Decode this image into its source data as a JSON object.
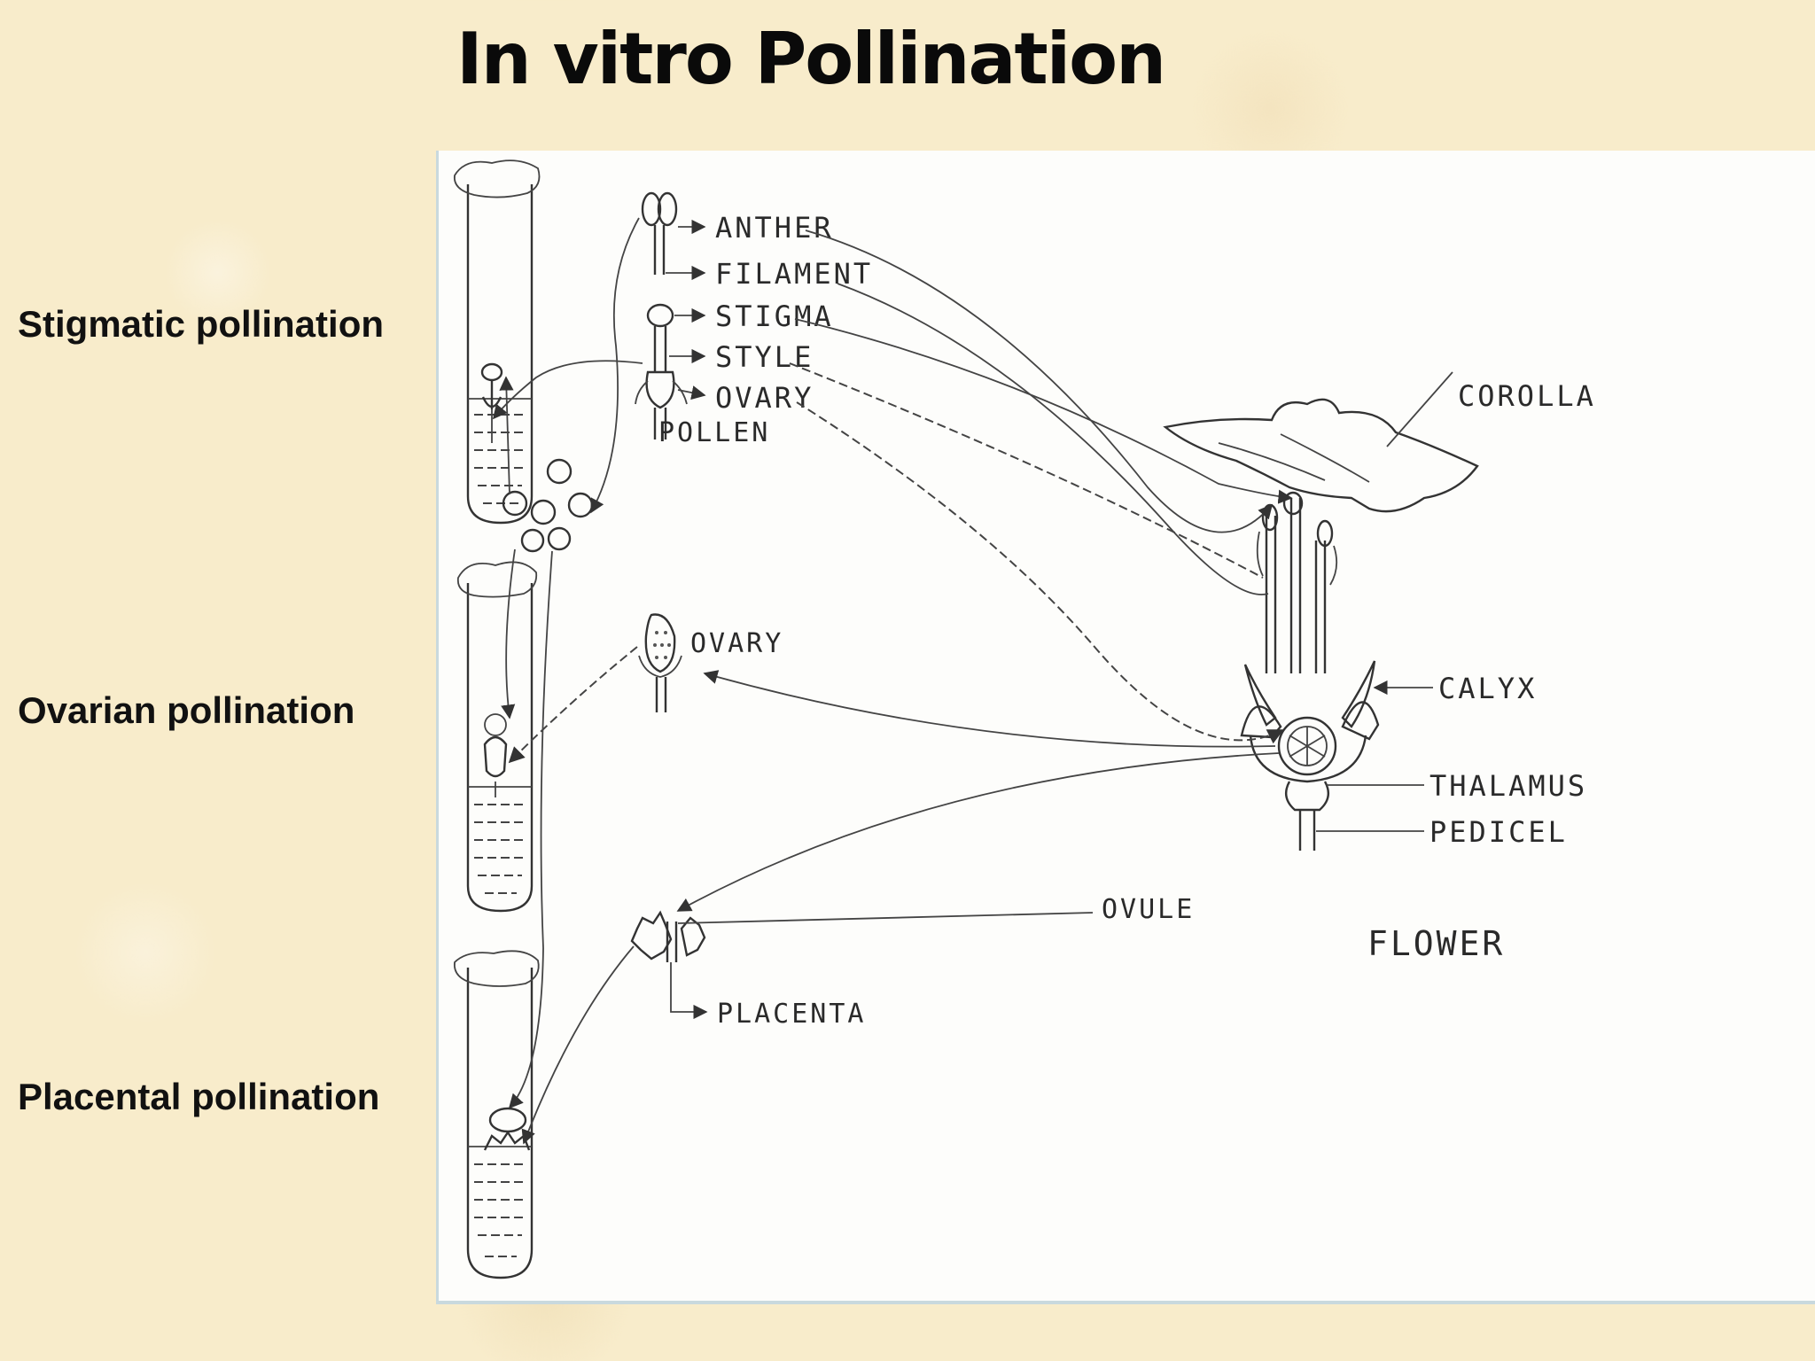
{
  "title": "In vitro Pollination",
  "side_labels": {
    "stigmatic": "Stigmatic pollination",
    "ovarian": "Ovarian pollination",
    "placental": "Placental pollination"
  },
  "diagram": {
    "anther": "ANTHER",
    "filament": "FILAMENT",
    "stigma": "STIGMA",
    "style": "STYLE",
    "ovary_top": "OVARY",
    "pollen": "POLLEN",
    "ovary_mid": "OVARY",
    "corolla": "COROLLA",
    "calyx": "CALYX",
    "thalamus": "THALAMUS",
    "pedicel": "PEDICEL",
    "ovule": "OVULE",
    "flower": "FLOWER",
    "placenta": "PLACENTA"
  }
}
